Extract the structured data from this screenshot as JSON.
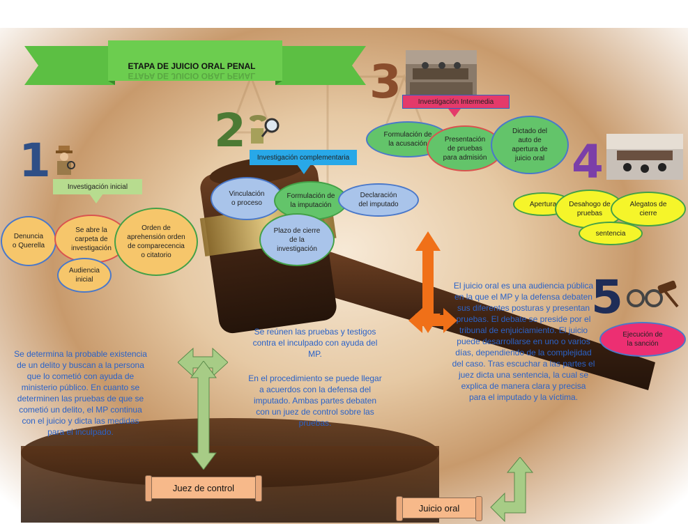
{
  "title": "ETAPA DE JUICIO ORAL PENAL",
  "colors": {
    "banner_green": "#5cbf43",
    "text_blue": "#2a62c8",
    "num_navy": "#2f4f86",
    "num_olive": "#4c7a34",
    "num_brown": "#8a4d2c",
    "num_purple": "#7b3fa8",
    "num_dark": "#1f2d57",
    "arrow_orange": "#f07018",
    "arrow_green": "#a7cc86"
  },
  "stage1": {
    "number": "1",
    "label": "Investigación inicial",
    "bubbles": {
      "denuncia": "Denuncia o Querella",
      "carpeta": "Se abre la carpeta de investigación",
      "orden": "Orden de aprehensión orden de comparecencia o citatorio",
      "audiencia": "Audiencia inicial"
    },
    "text": "Se determina la probable existencia de un delito y buscan a la persona que lo cometió con ayuda de ministerio público. En cuanto se determinen las pruebas de que se cometió un delito, el MP continua con el juicio y dicta las medidas para el inculpado."
  },
  "stage2": {
    "number": "2",
    "label": "Investigación complementaria",
    "bubbles": {
      "vinculacion": "Vinculación o proceso",
      "formulacion": "Formulación de la imputación",
      "declaracion": "Declaración del imputado",
      "plazo": "Plazo de cierre de la investigación"
    },
    "text1": "Se reúnen las pruebas y testigos contra el inculpado con ayuda del MP.",
    "text2": "En el procedimiento se puede llegar a acuerdos con la defensa del imputado. Ambas partes debaten con un juez de control sobre las pruebas."
  },
  "stage3": {
    "number": "3",
    "label": "Investigación Intermedia",
    "bubbles": {
      "acusacion": "Formulación de la acusación",
      "pruebas": "Presentación de pruebas para admisión",
      "dictado": "Dictado del auto de apertura de juicio oral"
    }
  },
  "stage4": {
    "number": "4",
    "bubbles": {
      "apertura": "Apertura",
      "desahogo": "Desahogo de pruebas",
      "alegatos": "Alegatos de cierre",
      "sentencia": "sentencia"
    },
    "text": "El juicio oral es una audiencia pública en la que el MP y la defensa debaten sus diferentes posturas y presentan pruebas. El debate se preside por el tribunal de enjuiciamiento. El juicio puede desarrollarse en uno o varios días, dependiendo de la complejidad del caso. Tras escuchar a las partes el juez dicta una sentencia, la cual se explica de manera clara y precisa para el imputado y la víctima."
  },
  "stage5": {
    "number": "5",
    "bubbles": {
      "ejecucion": "Ejecución de la sanción"
    }
  },
  "scrolls": {
    "juez": "Juez de control",
    "juicio": "Juicio oral"
  }
}
